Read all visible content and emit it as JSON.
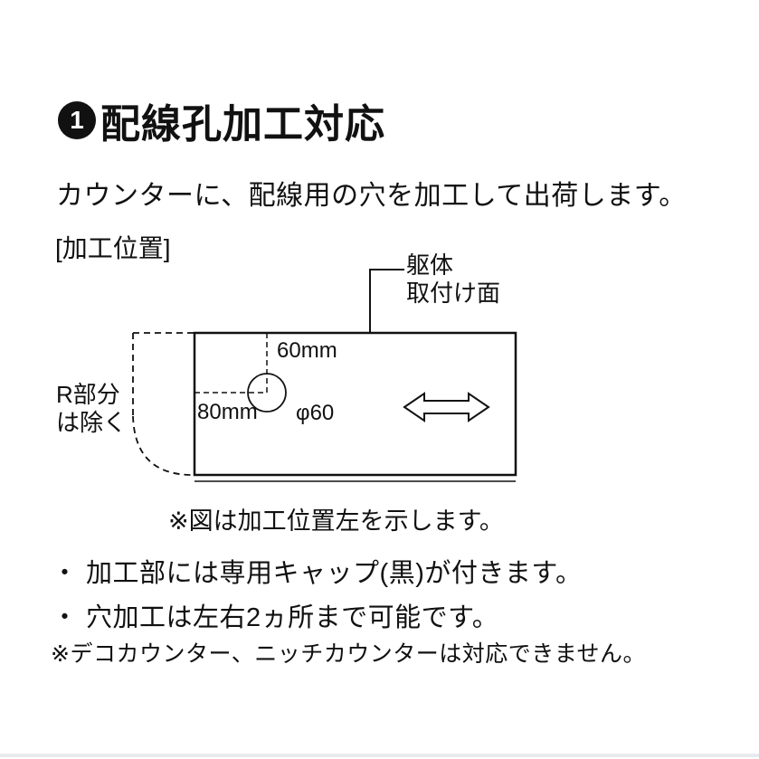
{
  "page": {
    "badge": "1",
    "title": "配線孔加工対応",
    "intro": "カウンターに、配線用の穴を加工して出荷します。",
    "section_label": "[加工位置]"
  },
  "diagram": {
    "mount_face_line1": "躯体",
    "mount_face_line2": "取付け面",
    "r_note_line1": "R部分",
    "r_note_line2": "は除く",
    "dim_top": "60mm",
    "dim_left": "80mm",
    "hole_diameter": "φ60",
    "caption": "※図は加工位置左を示します。"
  },
  "notes": [
    "・ 加工部には専用キャップ(黒)が付きます。",
    "・ 穴加工は左右2ヵ所まで可能です。",
    "※デコカウンター、ニッチカウンターは対応できません。"
  ]
}
